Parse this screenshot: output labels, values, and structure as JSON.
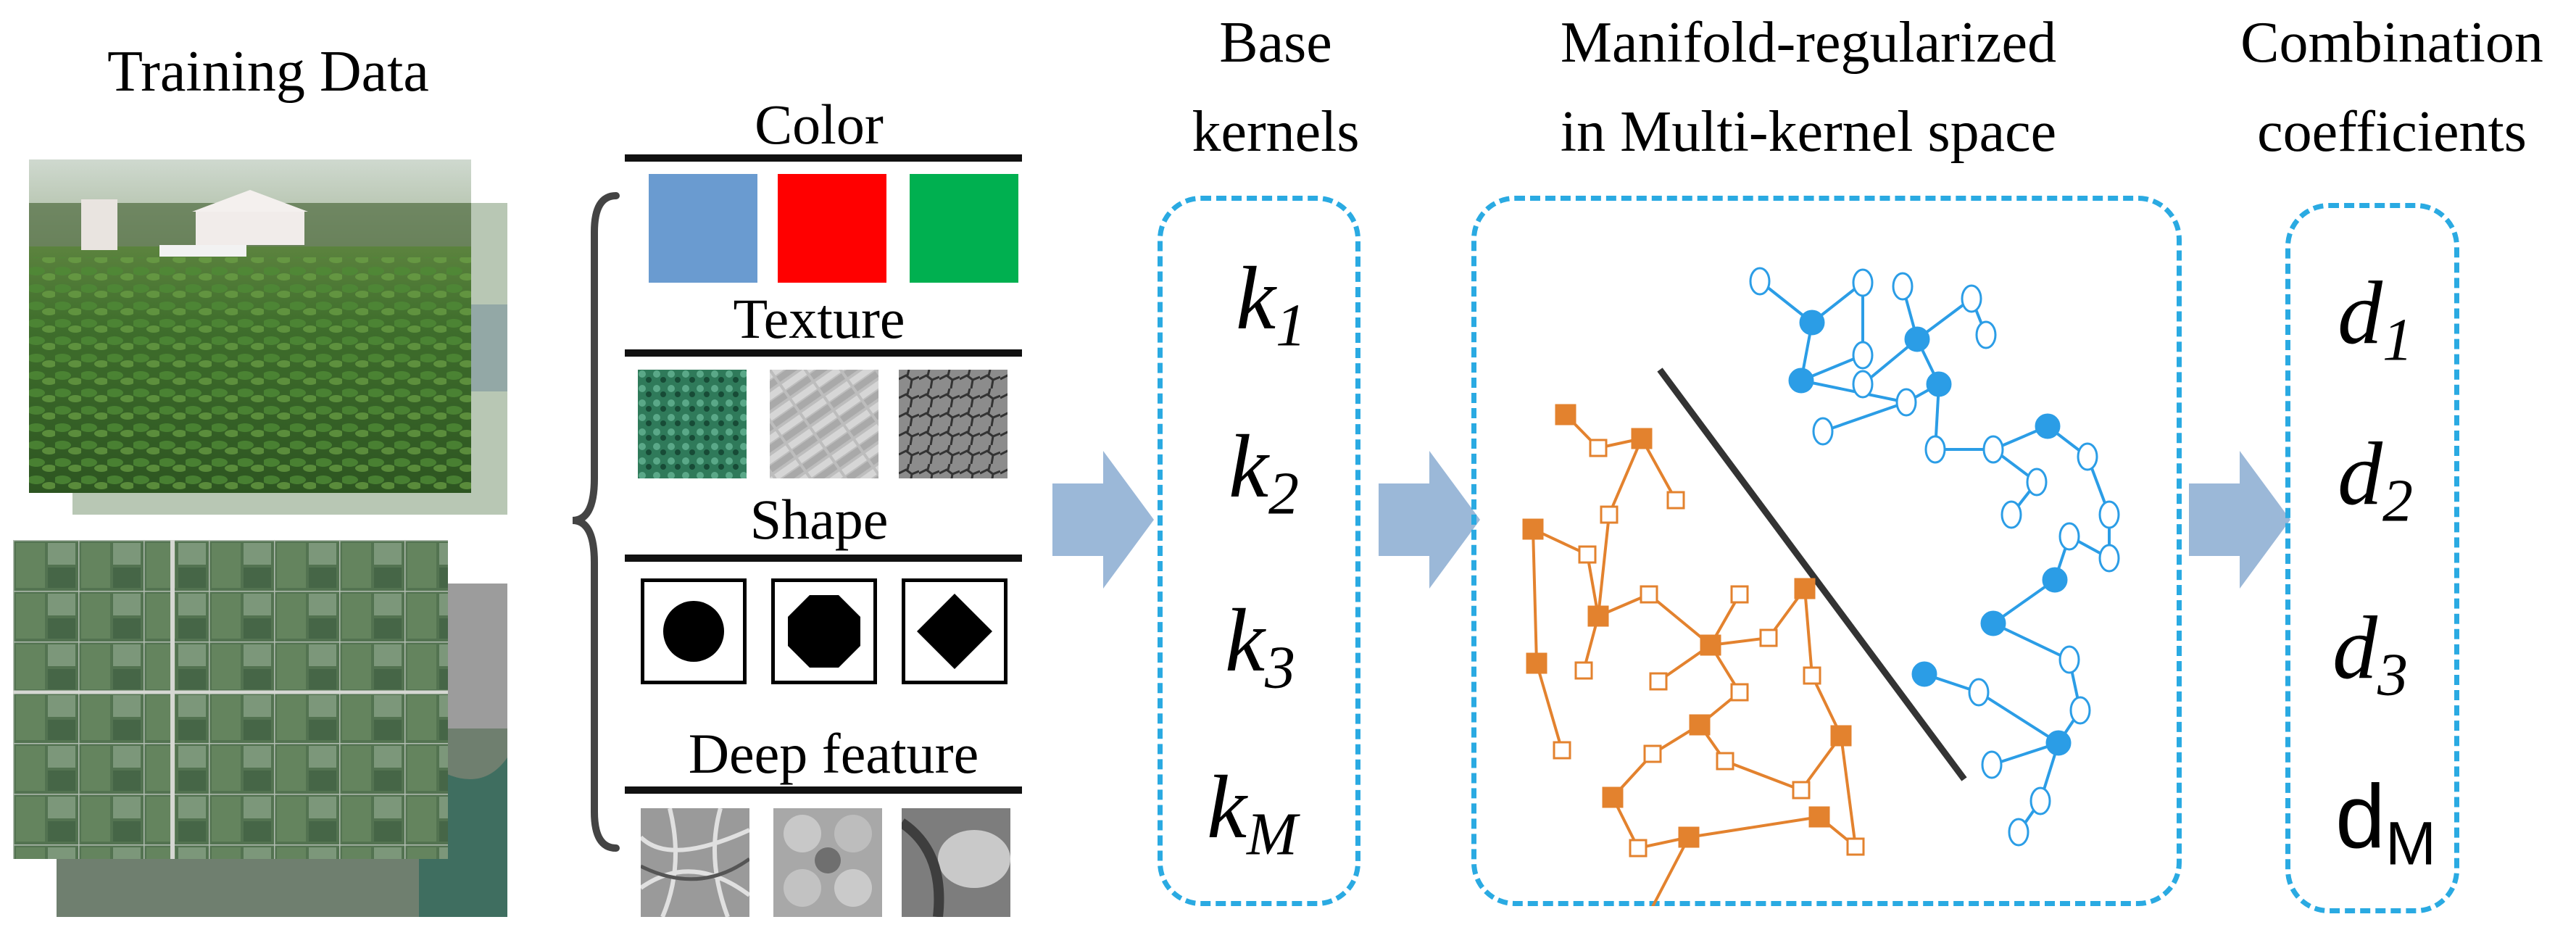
{
  "training": {
    "title": "Training Data"
  },
  "features": {
    "color_label": "Color",
    "texture_label": "Texture",
    "shape_label": "Shape",
    "deep_label": "Deep feature",
    "swatches": [
      "#6a9bd0",
      "#ff0000",
      "#00b050"
    ]
  },
  "base_kernels": {
    "title_line1": "Base",
    "title_line2": "kernels",
    "items": [
      {
        "base": "k",
        "sub": "1"
      },
      {
        "base": "k",
        "sub": "2"
      },
      {
        "base": "k",
        "sub": "3"
      },
      {
        "base": "k",
        "sub": "M"
      }
    ]
  },
  "manifold": {
    "title_line1": "Manifold-regularized",
    "title_line2": "in Multi-kernel space",
    "class_a_color": "#e3822e",
    "class_b_color": "#2b9de6"
  },
  "coefficients": {
    "title_line1": "Combination",
    "title_line2": "coefficients",
    "items": [
      {
        "base": "d",
        "sub": "1"
      },
      {
        "base": "d",
        "sub": "2"
      },
      {
        "base": "d",
        "sub": "3"
      },
      {
        "base": "d",
        "sub": "M"
      }
    ]
  },
  "colors": {
    "dashed_border": "#2aaae2",
    "arrow": "#9bb8d8"
  }
}
